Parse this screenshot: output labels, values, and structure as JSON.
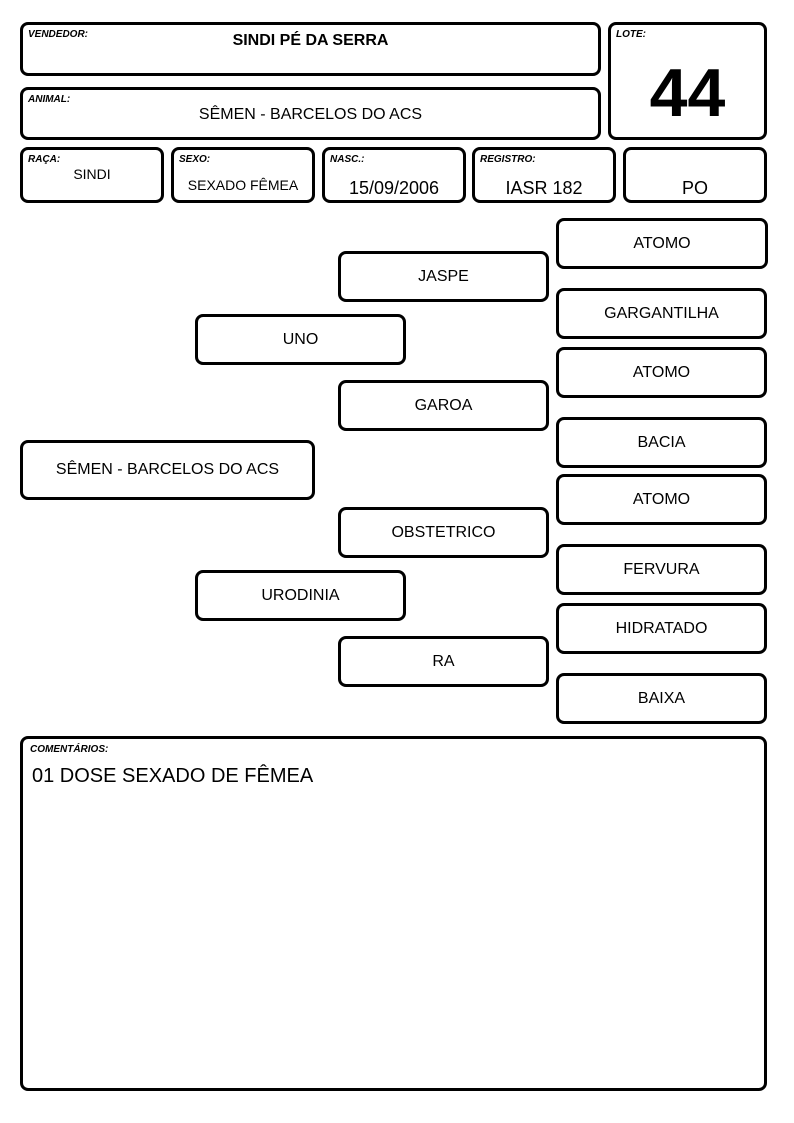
{
  "header": {
    "vendedor_label": "VENDEDOR:",
    "vendedor": "SINDI PÉ DA SERRA",
    "lote_label": "LOTE:",
    "lote": "44",
    "animal_label": "ANIMAL:",
    "animal": "SÊMEN - BARCELOS DO ACS"
  },
  "info": {
    "raca_label": "RAÇA:",
    "raca": "SINDI",
    "sexo_label": "SEXO:",
    "sexo": "SEXADO FÊMEA",
    "nasc_label": "NASC.:",
    "nasc": "15/09/2006",
    "registro_label": "REGISTRO:",
    "registro": "IASR 182",
    "categoria": "PO"
  },
  "pedigree": {
    "animal": "SÊMEN - BARCELOS DO ACS",
    "sire": "UNO",
    "dam": "URODINIA",
    "sire_sire": "JASPE",
    "sire_dam": "GAROA",
    "dam_sire": "OBSTETRICO",
    "dam_dam": "RA",
    "sss": "ATOMO",
    "ssd": "GARGANTILHA",
    "sds": "ATOMO",
    "sdd": "BACIA",
    "dss": "ATOMO",
    "dsd": "FERVURA",
    "dds": "HIDRATADO",
    "ddd": "BAIXA"
  },
  "comments": {
    "label": "COMENTÁRIOS:",
    "text": "01 DOSE SEXADO DE FÊMEA"
  }
}
